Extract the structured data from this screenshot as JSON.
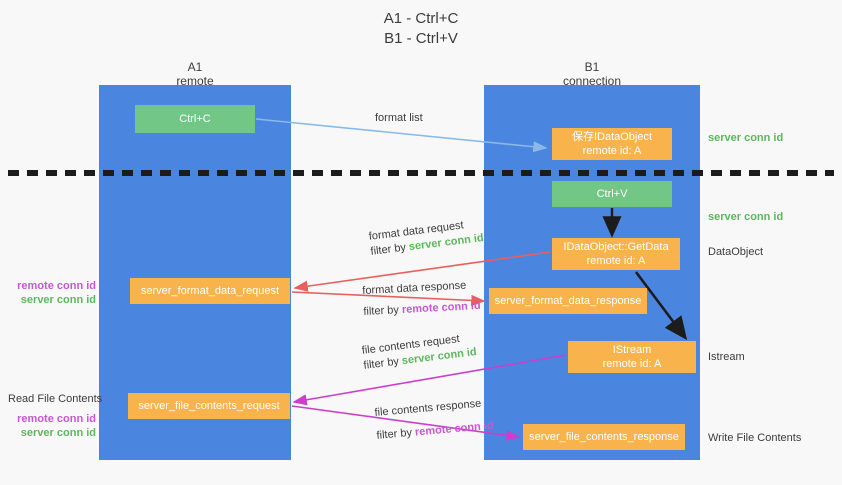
{
  "title": {
    "line1": "A1 - Ctrl+C",
    "line2": "B1 - Ctrl+V"
  },
  "lanes": [
    {
      "name": "A1",
      "subtitle": "remote"
    },
    {
      "name": "B1",
      "subtitle": "connection"
    }
  ],
  "boxes": {
    "ctrl_c": {
      "line1": "Ctrl+C",
      "color": "#72c787"
    },
    "idataobject": {
      "line1": "保存IDataObject",
      "line2": "remote id: A",
      "color": "#f8b34c"
    },
    "ctrl_v": {
      "line1": "Ctrl+V",
      "color": "#72c787"
    },
    "getdata": {
      "line1": "IDataObject::GetData",
      "line2": "remote id: A",
      "color": "#f8b34c"
    },
    "format_data_request": {
      "line1": "server_format_data_request",
      "color": "#f8b34c"
    },
    "format_data_response": {
      "line1": "server_format_data_response",
      "color": "#f8b34c"
    },
    "istream": {
      "line1": "IStream",
      "line2": "remote id: A",
      "color": "#f8b34c"
    },
    "file_contents_request": {
      "line1": "server_file_contents_request",
      "color": "#f8b34c"
    },
    "file_contents_response": {
      "line1": "server_file_contents_response",
      "color": "#f8b34c"
    }
  },
  "side_labels": {
    "server_conn_id_top": "server conn id",
    "server_conn_id_mid": "server conn id",
    "dataobject": "DataObject",
    "istream": "Istream",
    "write_file_contents": "Write File Contents",
    "read_file_contents": "Read File Contents",
    "remote_conn_id": "remote conn id",
    "server_conn_id": "server conn id"
  },
  "flows": {
    "format_list": "format list",
    "format_data_request": {
      "line1": "format data request",
      "filter_prefix": "filter by ",
      "filter_value": "server conn id"
    },
    "format_data_response": {
      "line1": "format data response",
      "filter_prefix": "filter by ",
      "filter_value": "remote conn id"
    },
    "file_contents_request": {
      "line1": "file contents request",
      "filter_prefix": "filter by ",
      "filter_value": "server conn id"
    },
    "file_contents_response": {
      "line1": "file contents response",
      "filter_prefix": "filter by ",
      "filter_value": "remote conn id"
    }
  },
  "colors": {
    "lane": "#4a86e0",
    "green_box": "#72c787",
    "orange_box": "#f8b34c",
    "green_text": "#5cb85c",
    "magenta_text": "#c45ad0",
    "arrow_blue": "#8bb8e8",
    "arrow_red": "#e8605d",
    "arrow_magenta": "#cc3fcc",
    "arrow_dark": "#1c1c1c",
    "background": "#f8f8f8"
  }
}
